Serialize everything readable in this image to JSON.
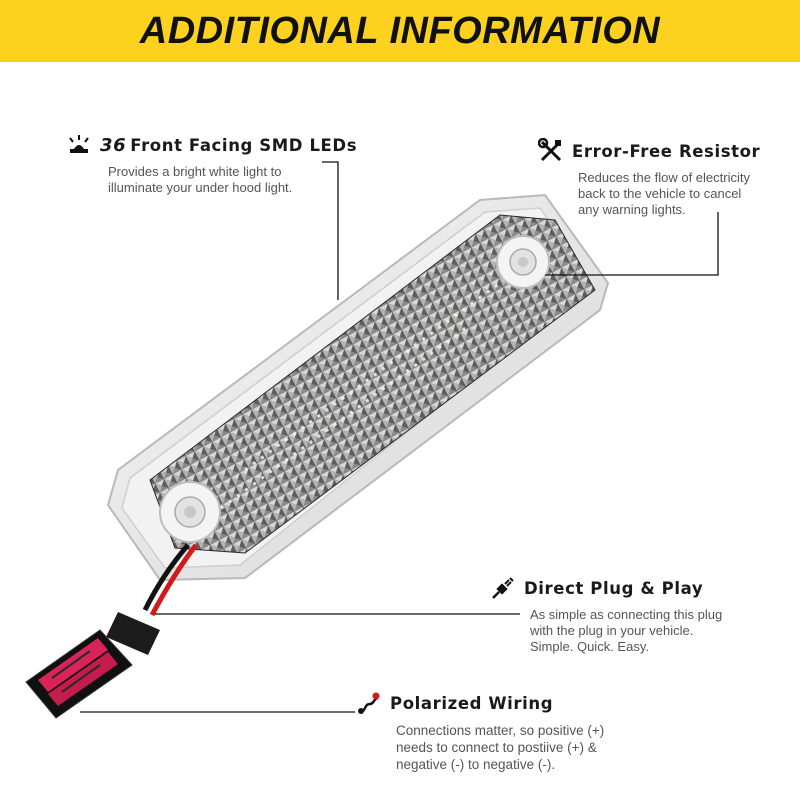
{
  "header": {
    "title": "ADDITIONAL INFORMATION",
    "background": "#fcd21f"
  },
  "features": [
    {
      "id": "leds",
      "title_number": "36",
      "title": "Front Facing SMD LEDs",
      "icon": "light-icon",
      "lines": [
        "Provides a bright white light to",
        "illuminate your under hood light."
      ]
    },
    {
      "id": "resistor",
      "title": "Error-Free Resistor",
      "icon": "tools-icon",
      "lines": [
        "Reduces the flow of electricity",
        "back to the vehicle to cancel",
        "any warning lights."
      ]
    },
    {
      "id": "plug",
      "title": "Direct Plug & Play",
      "icon": "plug-icon",
      "lines": [
        "As simple as connecting this plug",
        "with the plug in your vehicle.",
        "Simple. Quick. Easy."
      ]
    },
    {
      "id": "wiring",
      "title": "Polarized Wiring",
      "icon": "wiring-icon",
      "lines": [
        "Connections matter, so positive (+)",
        "needs to connect to postiive (+) &",
        "negative (-) to negative (-)."
      ]
    }
  ]
}
